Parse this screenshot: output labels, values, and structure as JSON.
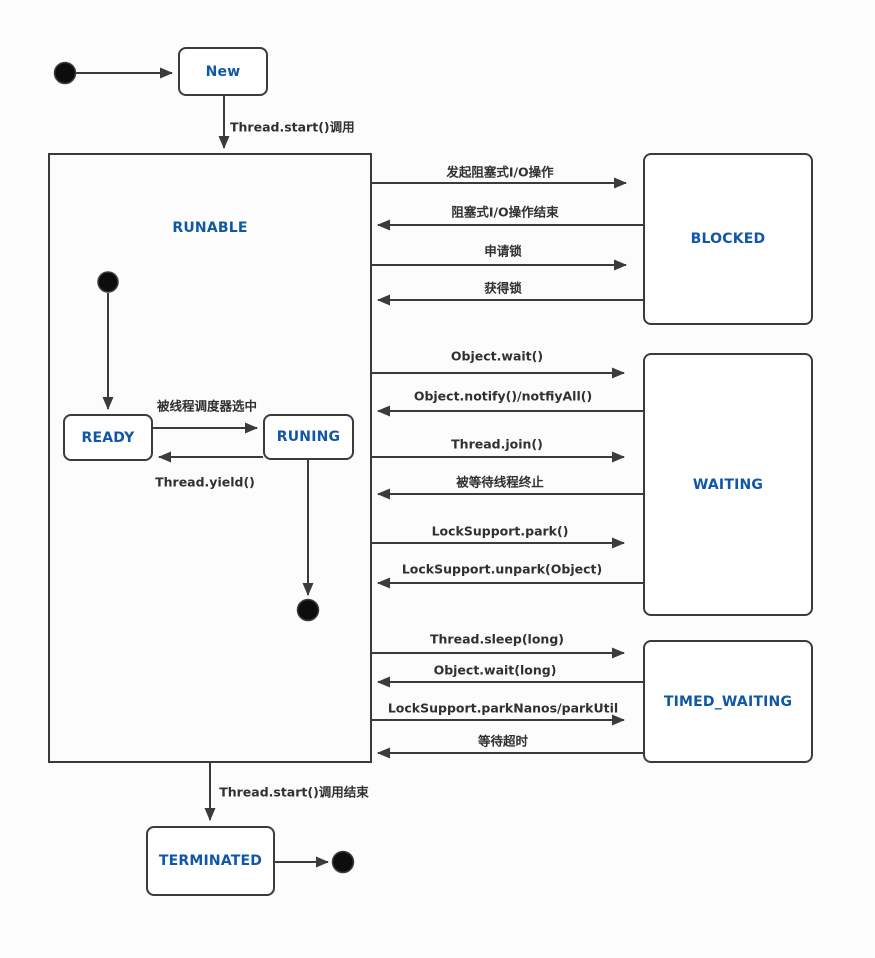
{
  "colors": {
    "state_text_blue": "#1057A5",
    "line_dark": "#3b3b3b",
    "label_text": "#303030",
    "background": "#fcfcfc",
    "box_fill": "#ffffff"
  },
  "states": {
    "new": "New",
    "runnable": "RUNABLE",
    "ready": "READY",
    "running": "RUNING",
    "blocked": "BLOCKED",
    "waiting": "WAITING",
    "timed_waiting": "TIMED_WAITING",
    "terminated": "TERMINATED"
  },
  "edges": {
    "thread_start": "Thread.start()调用",
    "scheduler_selected": "被线程调度器选中",
    "thread_yield": "Thread.yield()",
    "blocking_io_begin": "发起阻塞式I/O操作",
    "blocking_io_end": "阻塞式I/O操作结束",
    "request_lock": "申请锁",
    "acquire_lock": "获得锁",
    "object_wait": "Object.wait()",
    "object_notify": "Object.notify()/notfiyAll()",
    "thread_join": "Thread.join()",
    "waited_thread_terminated": "被等待线程终止",
    "locksupport_park": "LockSupport.park()",
    "locksupport_unpark": "LockSupport.unpark(Object)",
    "thread_sleep": "Thread.sleep(long)",
    "object_wait_long": "Object.wait(long)",
    "locksupport_parknanos": "LockSupport.parkNanos/parkUtil",
    "wait_timeout": "等待超时",
    "thread_start_call_end": "Thread.start()调用结束"
  }
}
